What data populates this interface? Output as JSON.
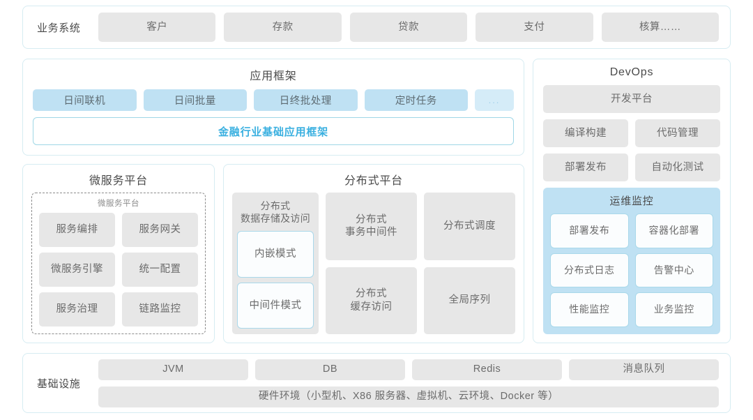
{
  "business_row": {
    "label": "业务系统",
    "items": [
      "客户",
      "存款",
      "贷款",
      "支付",
      "核算……"
    ]
  },
  "app_framework": {
    "title": "应用框架",
    "chips": [
      "日间联机",
      "日间批量",
      "日终批处理",
      "定时任务",
      "..."
    ],
    "base_band": "金融行业基础应用框架",
    "base_band_color": "#3ab0e0"
  },
  "microservice": {
    "title": "微服务平台",
    "inner_label": "微服务平台",
    "items": [
      "服务编排",
      "服务网关",
      "微服务引擎",
      "统一配置",
      "服务治理",
      "链路监控"
    ]
  },
  "distributed": {
    "title": "分布式平台",
    "storage": {
      "title": "分布式\n数据存储及访问",
      "title_line1": "分布式",
      "title_line2": "数据存储及访问",
      "modes": [
        "内嵌模式",
        "中间件模式"
      ]
    },
    "cards": [
      {
        "line1": "分布式",
        "line2": "事务中间件"
      },
      {
        "line1": "分布式调度",
        "line2": ""
      },
      {
        "line1": "分布式",
        "line2": "缓存访问"
      },
      {
        "line1": "全局序列",
        "line2": ""
      }
    ]
  },
  "devops": {
    "title": "DevOps",
    "platform": "开发平台",
    "row1": [
      "编译构建",
      "代码管理"
    ],
    "row2": [
      "部署发布",
      "自动化测试"
    ],
    "ops_monitor": {
      "title": "运维监控",
      "items": [
        "部署发布",
        "容器化部署",
        "分布式日志",
        "告警中心",
        "性能监控",
        "业务监控"
      ]
    }
  },
  "infrastructure": {
    "label": "基础设施",
    "items": [
      "JVM",
      "DB",
      "Redis",
      "消息队列"
    ],
    "hardware": "硬件环境（小型机、X86 服务器、虚拟机、云环境、Docker 等）"
  },
  "theme": {
    "chip_gray": "#e7e7e7",
    "chip_blue": "#bfe1f3",
    "border_blue": "#d6ecf2",
    "accent": "#3ab0e0",
    "text": "#6b6b6b"
  }
}
